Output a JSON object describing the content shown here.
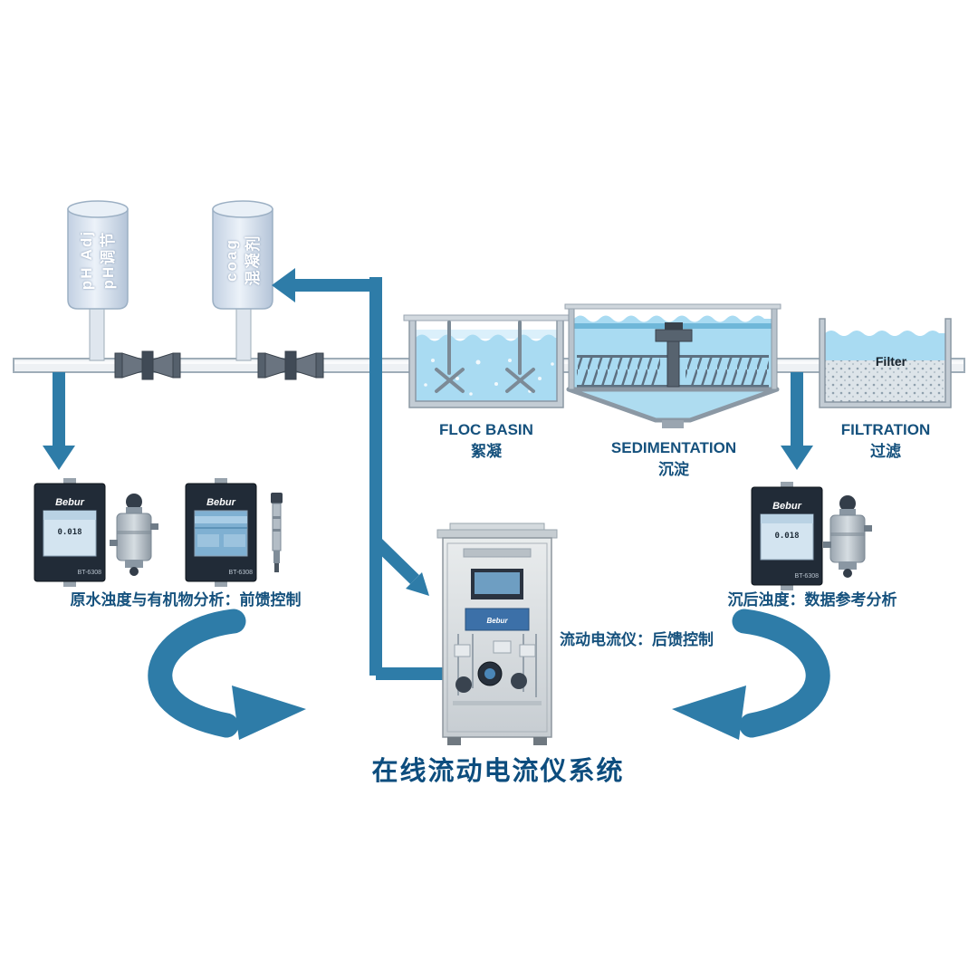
{
  "title": "在线流动电流仪系统",
  "dosing_tanks": {
    "ph": {
      "en": "pH Adj",
      "zh": "pH调节"
    },
    "coag": {
      "en": "coag",
      "zh": "混凝剂"
    }
  },
  "stages": {
    "floc": {
      "en": "FLOC BASIN",
      "zh": "絮凝"
    },
    "sedimentation": {
      "en": "SEDIMENTATION",
      "zh": "沉淀"
    },
    "filtration": {
      "en": "FILTRATION",
      "zh": "过滤",
      "media_label": "Filter"
    }
  },
  "captions": {
    "raw_water": "原水浊度与有机物分析：前馈控制",
    "sca": "流动电流仪：后馈控制",
    "settled": "沉后浊度：数据参考分析"
  },
  "devices": {
    "brand": "Bebur",
    "model": "BT-6308",
    "reading": "0.018"
  },
  "colors": {
    "arrow": "#2e7ca8",
    "label": "#15517d",
    "water": "#a9dbf2",
    "title": "#0d4d7e"
  }
}
